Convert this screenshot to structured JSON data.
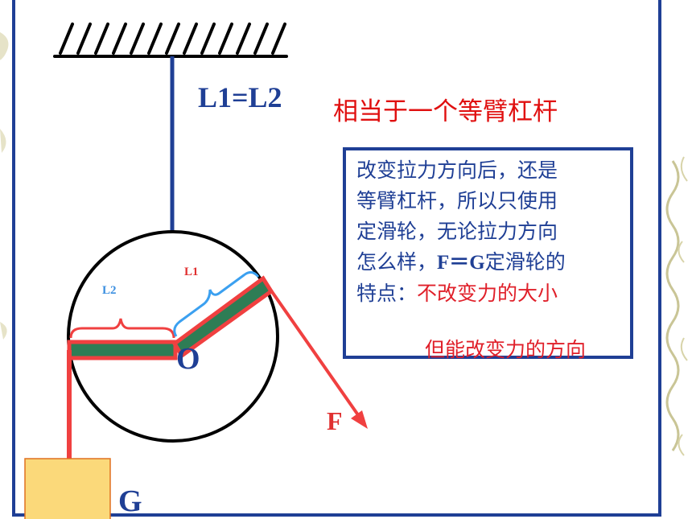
{
  "diagram": {
    "equation_label": "L1=L2",
    "heading": "相当于一个等臂杠杆",
    "info_box": {
      "line1": "改变拉力方向后，还是",
      "line2": "等臂杠杆，所以只使用",
      "line3": "定滑轮，无论拉力方向",
      "line4_a": "怎么样，",
      "line4_b": "F＝G",
      "line4_c": "定滑轮的",
      "line5_a": "特点：",
      "line5_b": "不改变力的大小",
      "line6": "但能改变力的方向"
    },
    "labels": {
      "arm_l1": "L1",
      "arm_l2": "L2",
      "pivot": "O",
      "force": "F",
      "weight": "G"
    },
    "colors": {
      "frame_blue": "#1f3f95",
      "rope_red": "#f04040",
      "arm_green": "#2e7d55",
      "weight_fill": "#fbd97a",
      "brace_l1": "#3ba0f0",
      "brace_l2": "#f04040"
    }
  }
}
